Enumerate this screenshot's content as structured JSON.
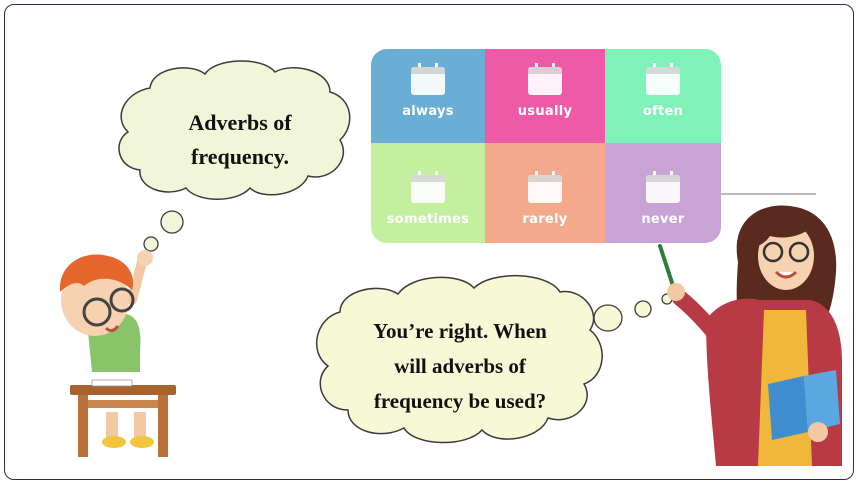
{
  "thought_bubble_left": {
    "text_line1": "Adverbs of",
    "text_line2": "frequency."
  },
  "frequency_grid": {
    "cells": [
      {
        "label": "always",
        "color": "#6aaed6"
      },
      {
        "label": "usually",
        "color": "#ef5aa8"
      },
      {
        "label": "often",
        "color": "#7ff2b8"
      },
      {
        "label": "sometimes",
        "color": "#c4ef9e"
      },
      {
        "label": "rarely",
        "color": "#f5a98c"
      },
      {
        "label": "never",
        "color": "#c9a3d6"
      }
    ]
  },
  "thought_bubble_right": {
    "text_line1": "You’re right. When",
    "text_line2": "will adverbs of",
    "text_line3": "frequency be used?"
  },
  "colors": {
    "bubble_fill": "#f1f6d9",
    "bubble_stroke": "#3b3b3b",
    "frame_border": "#2d2a5c"
  }
}
